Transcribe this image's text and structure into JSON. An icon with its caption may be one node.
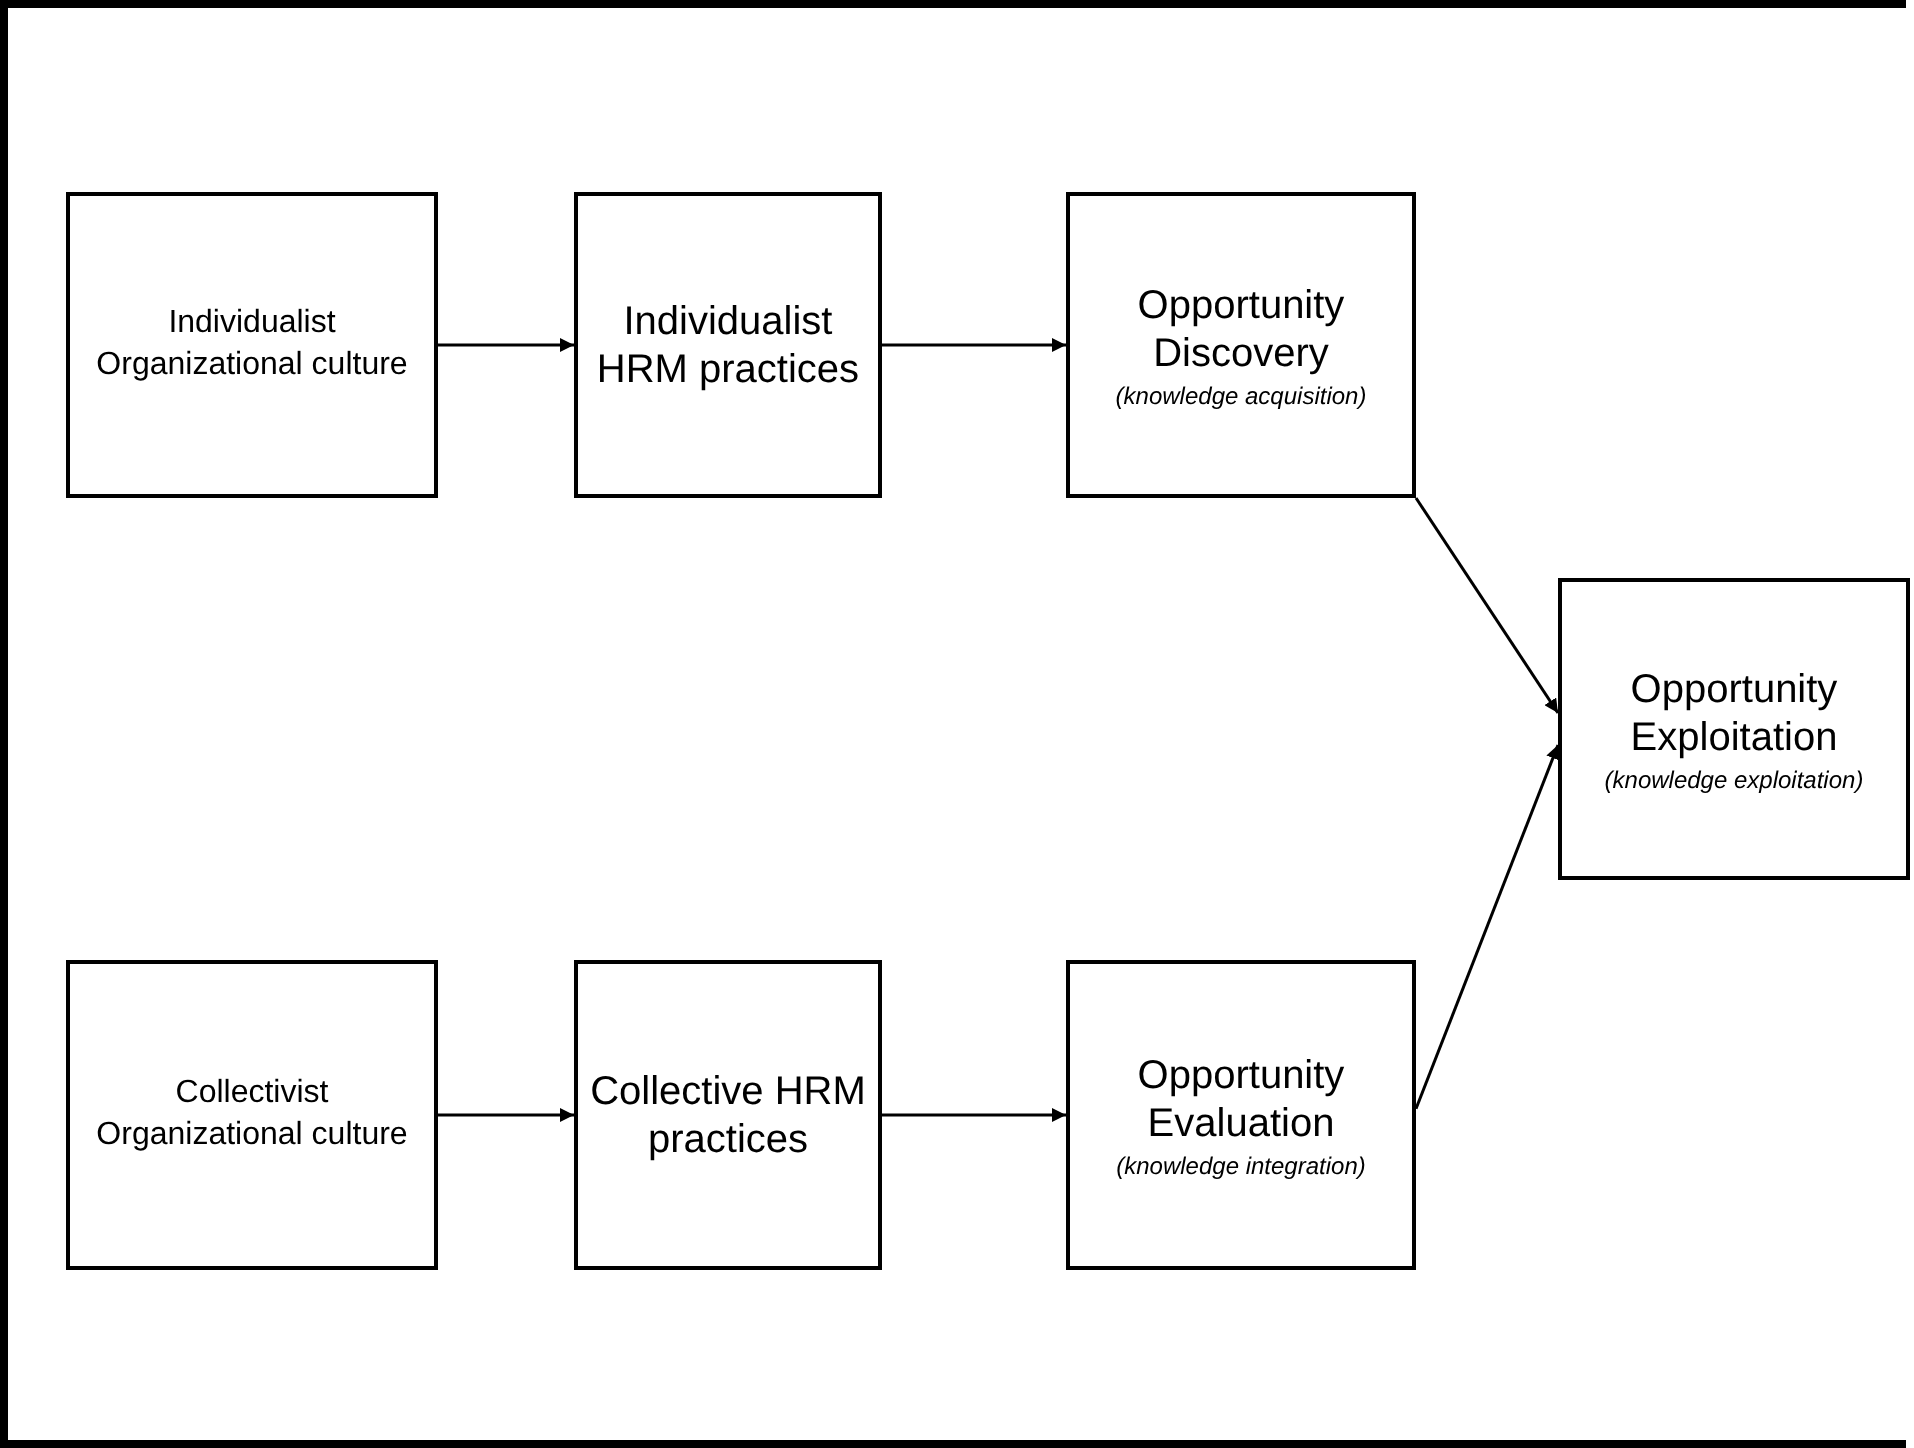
{
  "diagram": {
    "nodes": [
      {
        "text": [
          "Individualist Organizational culture"
        ]
      },
      {
        "text": [
          "Individualist HRM practices"
        ]
      },
      {
        "text": [
          "Opportunity Discovery",
          "(knowledge acquisition)"
        ]
      },
      {
        "text": [
          "Opportunity Exploitation",
          "(knowledge exploitation)"
        ]
      },
      {
        "text": [
          "Collectivist Organizational culture"
        ]
      },
      {
        "text": [
          "Collective HRM practices"
        ]
      },
      {
        "text": [
          "Opportunity Evaluation",
          "(knowledge integration)"
        ]
      }
    ],
    "edges": [
      {
        "from": 0,
        "to": 1,
        "arrow": "to"
      },
      {
        "from": 1,
        "to": 2,
        "arrow": "to"
      },
      {
        "from": 2,
        "to": 3,
        "arrow": "to"
      },
      {
        "from": 4,
        "to": 5,
        "arrow": "to"
      },
      {
        "from": 5,
        "to": 6,
        "arrow": "to"
      },
      {
        "from": 6,
        "to": 3,
        "arrow": "to"
      }
    ]
  }
}
